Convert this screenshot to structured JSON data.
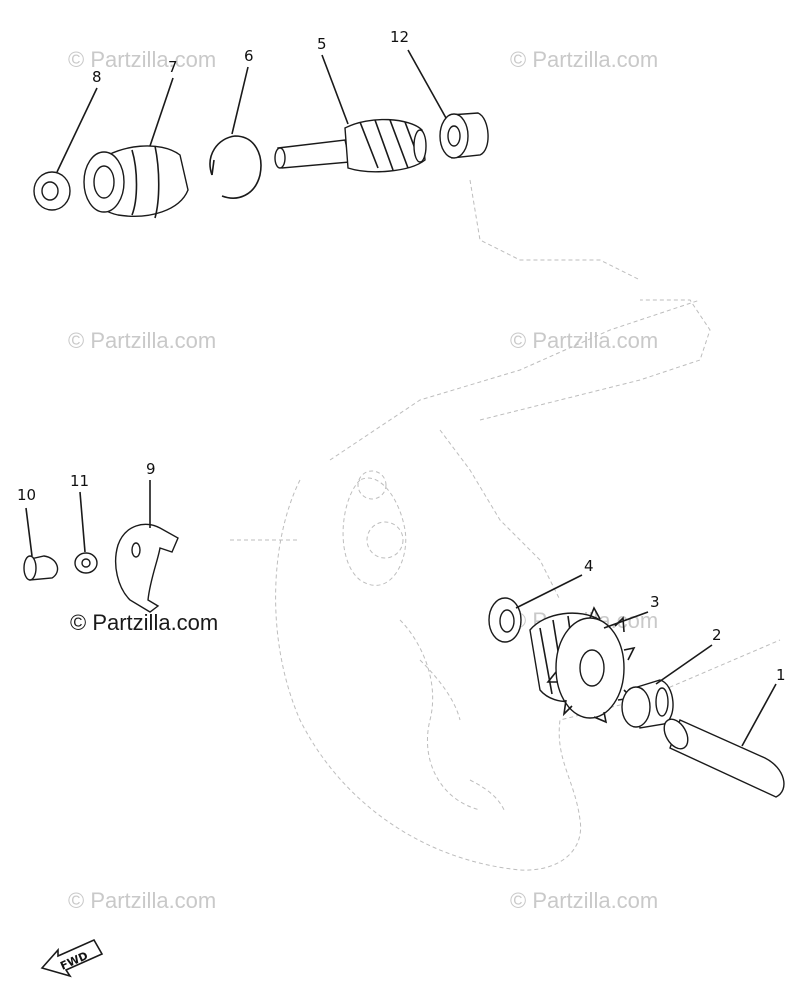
{
  "watermark": "© Partzilla.com",
  "copyright_notice": "© Partzilla.com",
  "fwd_label": "FWD",
  "callouts": {
    "c1": "1",
    "c2": "2",
    "c3": "3",
    "c4": "4",
    "c5": "5",
    "c6": "6",
    "c7": "7",
    "c8": "8",
    "c9": "9",
    "c10": "10",
    "c11": "11",
    "c12": "12"
  },
  "colors": {
    "ink": "#1a1a1a",
    "watermark": "#c9c9c9",
    "background": "#ffffff"
  }
}
